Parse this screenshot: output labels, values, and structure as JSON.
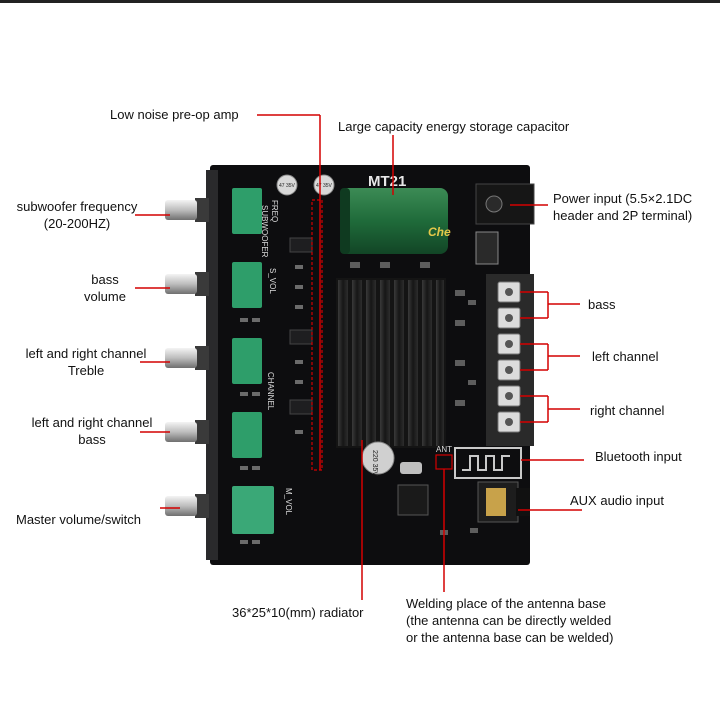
{
  "colors": {
    "background": "#ffffff",
    "pcb": "#0d0d0f",
    "leader_line": "#d40000",
    "pot_housing": "#2e9e6a",
    "capacitor": "#1f6b3a",
    "heatsink": "#1b1b1b",
    "terminal": "#2a2a2a"
  },
  "board": {
    "model": "MT21",
    "silk_freq": "FREQ",
    "silk_subwoofer": "SUBWOOFER",
    "silk_vol1": "S_VOL",
    "silk_channel": "CHANNEL",
    "silk_vol2": "M_VOL",
    "silk_ant": "ANT",
    "cap_brand": "Che",
    "small_cap_rating": "220 35V",
    "small_cap_a": "47 35V",
    "small_cap_b": "47 35V"
  },
  "labels": {
    "preamp": "Low noise pre-op amp",
    "capacitor": "Large capacity energy storage capacitor",
    "subwoofer_line1": "subwoofer frequency",
    "subwoofer_line2": "(20-200HZ)",
    "bass_vol_line1": "bass",
    "bass_vol_line2": "volume",
    "treble_line1": "left and right channel",
    "treble_line2": "Treble",
    "lr_bass_line1": "left and right channel",
    "lr_bass_line2": "bass",
    "master": "Master volume/switch",
    "power_line1": "Power input (5.5×2.1DC",
    "power_line2": "header and 2P terminal)",
    "out_bass": "bass",
    "out_left": "left channel",
    "out_right": "right channel",
    "bluetooth": "Bluetooth input",
    "aux": "AUX audio input",
    "radiator": "36*25*10(mm) radiator",
    "antenna_line1": "Welding place of the antenna base",
    "antenna_line2": "(the antenna can be directly welded",
    "antenna_line3": "or the antenna base can be welded)"
  }
}
